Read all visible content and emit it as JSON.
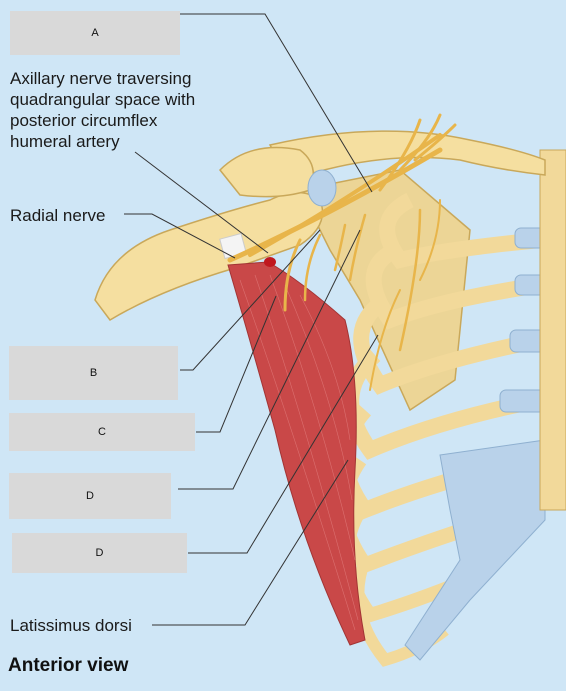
{
  "labels": {
    "axillary": "Axillary nerve traversing\nquadrangular space with\nposterior circumflex\nhumeral artery",
    "radial": "Radial nerve",
    "latissimus": "Latissimus dorsi"
  },
  "boxes": {
    "a": "A",
    "b": "B",
    "c": "C",
    "d1": "D",
    "d2": "D"
  },
  "view_title": "Anterior view",
  "colors": {
    "background": "#cfe6f6",
    "bone": "#f5dfa0",
    "bone_outline": "#c9a85a",
    "cartilage": "#b9d2ea",
    "nerve": "#e8b54a",
    "muscle": "#c94848",
    "answer_box": "#d9d9d9"
  }
}
